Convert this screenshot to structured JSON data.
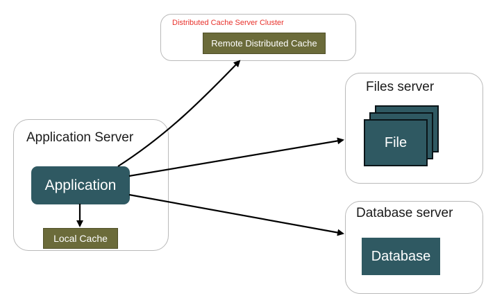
{
  "cache_cluster": {
    "title": "Distributed Cache Server Cluster",
    "title_color": "#e8312b",
    "node_label": "Remote Distributed Cache"
  },
  "files_server": {
    "title": "Files server",
    "file_label": "File"
  },
  "application_server": {
    "title": "Application Server",
    "app_label": "Application",
    "local_cache_label": "Local Cache"
  },
  "database_server": {
    "title": "Database server",
    "db_label": "Database"
  },
  "colors": {
    "cache_box": "#6b6b3a",
    "app_box": "#2f5962",
    "group_border": "#b9b9b9"
  }
}
